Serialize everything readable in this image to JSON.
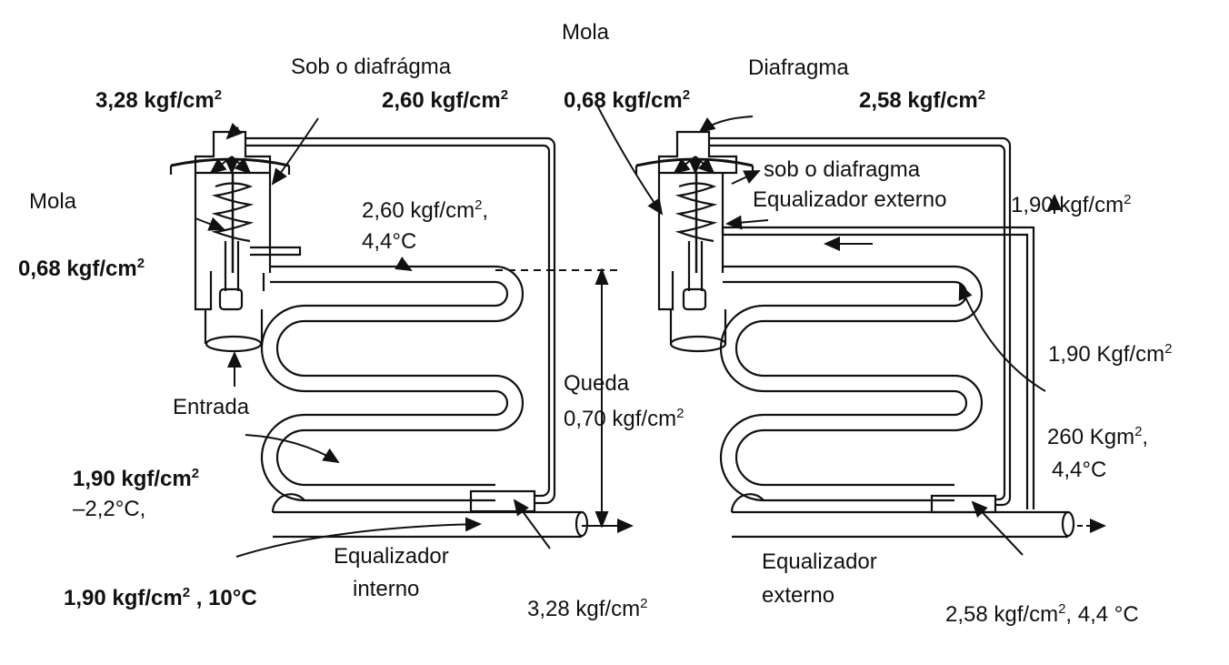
{
  "left": {
    "mola_top": "Mola",
    "sob_o_diafragma": "Sob o diafrágma",
    "p_328_top": "3,28 kgf/cm",
    "p_260_top": "2,60 kgf/cm",
    "mola_side": "Mola",
    "p_068": "0,68 kgf/cm",
    "p_260_mid": "2,60 kgf/cm",
    "temp_44": "4,4",
    "entrada": "Entrada",
    "queda": "Queda",
    "p_070": "0,70 kgf/cm",
    "p_190": "1,90 kgf/cm",
    "temp_neg22": "–2,2",
    "p_190_bottom": "1,90 kgf/cm",
    "temp_10": ", 10",
    "equalizador": "Equalizador",
    "interno": "interno",
    "p_328_bottom": "3,28 kgf/cm",
    "sup2": "2",
    "deg_c": "°C",
    "deg_c_comma": "°C,"
  },
  "right": {
    "diafragma": "Diafragma",
    "p_068": "0,68 kgf/cm",
    "p_258_top": "2,58 kgf/cm",
    "sob_o_diafragma": "sob o diafragma",
    "equalizador_externo": "Equalizador externo",
    "p_190_right": "1,90 kgf/cm",
    "p_190_Kgf": "1,90 Kgf/cm",
    "p_260_kgm": "260 Kgm",
    "temp_44": "4,4",
    "equalizador": "Equalizador",
    "externo": "externo",
    "p_258_bottom": "2,58 kgf/cm",
    "temp_44_bottom": ", 4,4 °C",
    "sup2": "2",
    "deg_c": "°C"
  }
}
